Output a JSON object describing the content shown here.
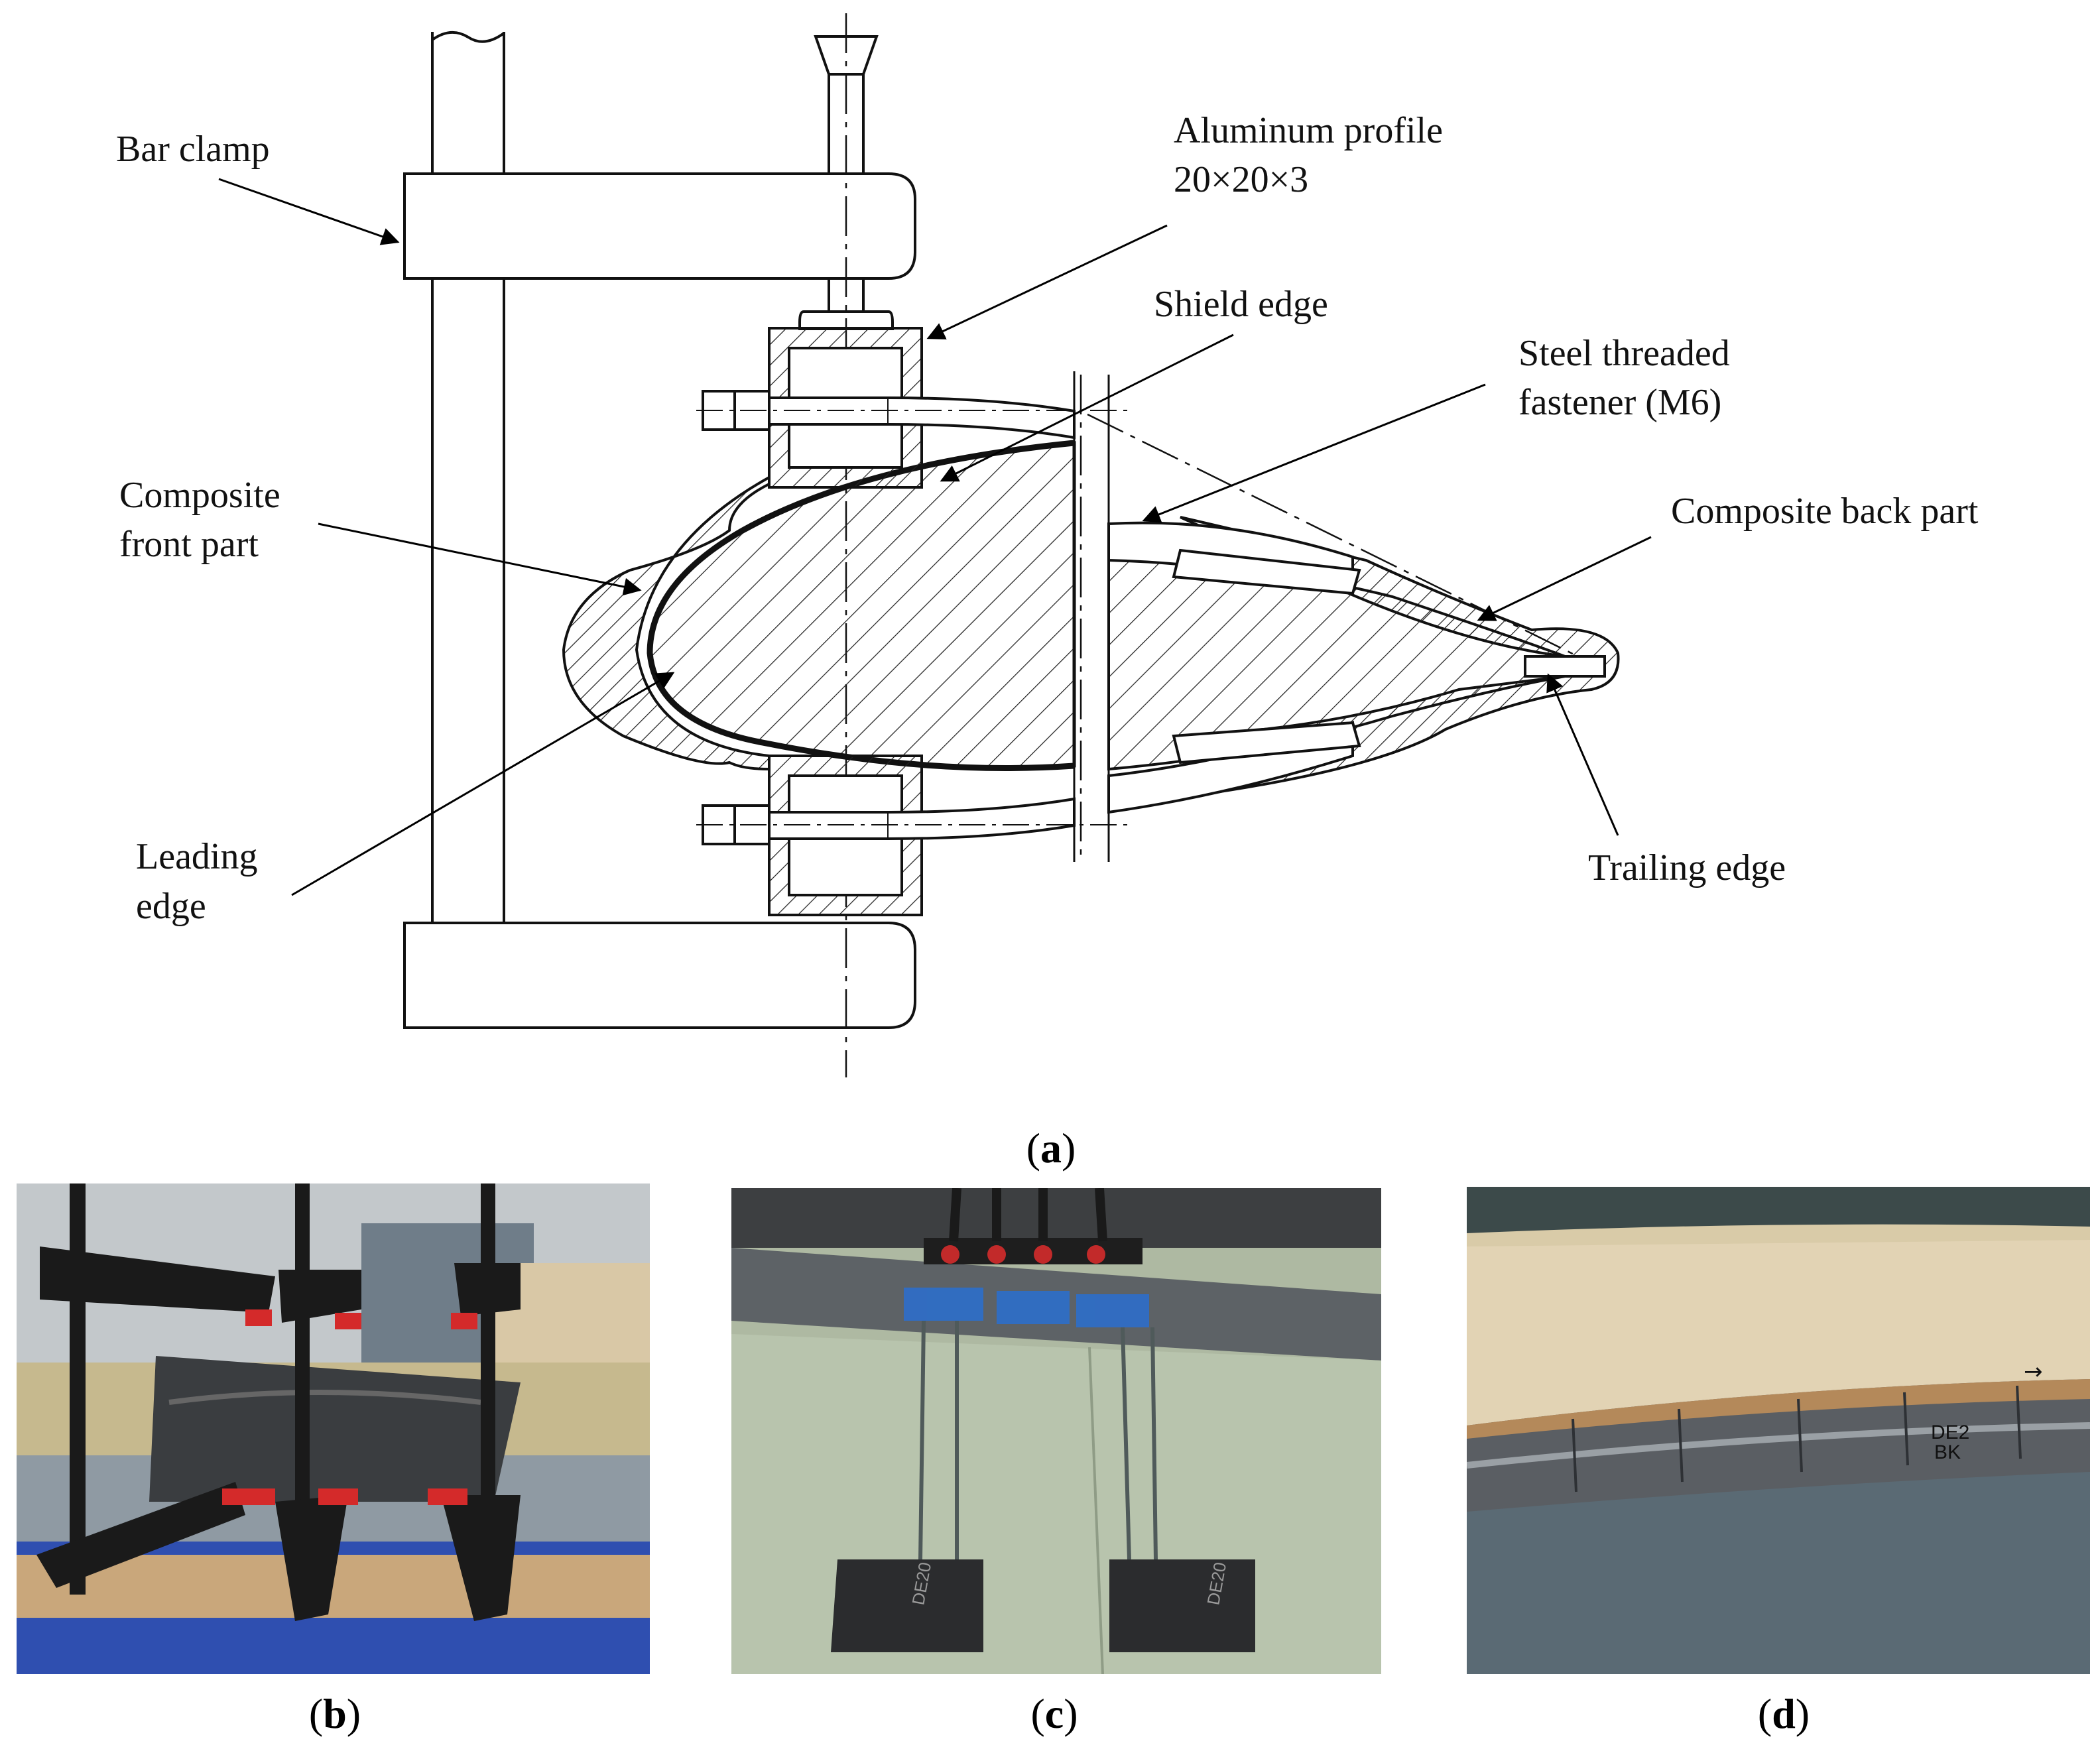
{
  "labels": {
    "bar_clamp": "Bar clamp",
    "aluminum_profile_l1": "Aluminum profile",
    "aluminum_profile_l2": "20×20×3",
    "shield_edge": "Shield edge",
    "steel_fastener_l1": "Steel threaded",
    "steel_fastener_l2": "fastener (M6)",
    "composite_front_l1": "Composite",
    "composite_front_l2": "front part",
    "composite_back": "Composite back part",
    "leading_edge_l1": "Leading",
    "leading_edge_l2": "edge",
    "trailing_edge": "Trailing edge"
  },
  "captions": {
    "a": "a",
    "b": "b",
    "c": "c",
    "d": "d"
  },
  "photo_c_text": {
    "tag_left": "DE20",
    "tag_right": "DE20"
  },
  "photo_d_text": {
    "mark_l1": "DE2",
    "mark_l2": "BK",
    "arrow": "→"
  },
  "colors": {
    "line": "#111111",
    "clamp_black": "#1a1a1a",
    "clamp_red": "#d42a2a",
    "wood": "#c9a77b",
    "blue_bench": "#2f4fb0",
    "tape_blue": "#2a6fd0",
    "panel_green": "#b8c4ad",
    "wall_cream": "#e2d3b4",
    "steel_grey": "#5a5e63"
  }
}
